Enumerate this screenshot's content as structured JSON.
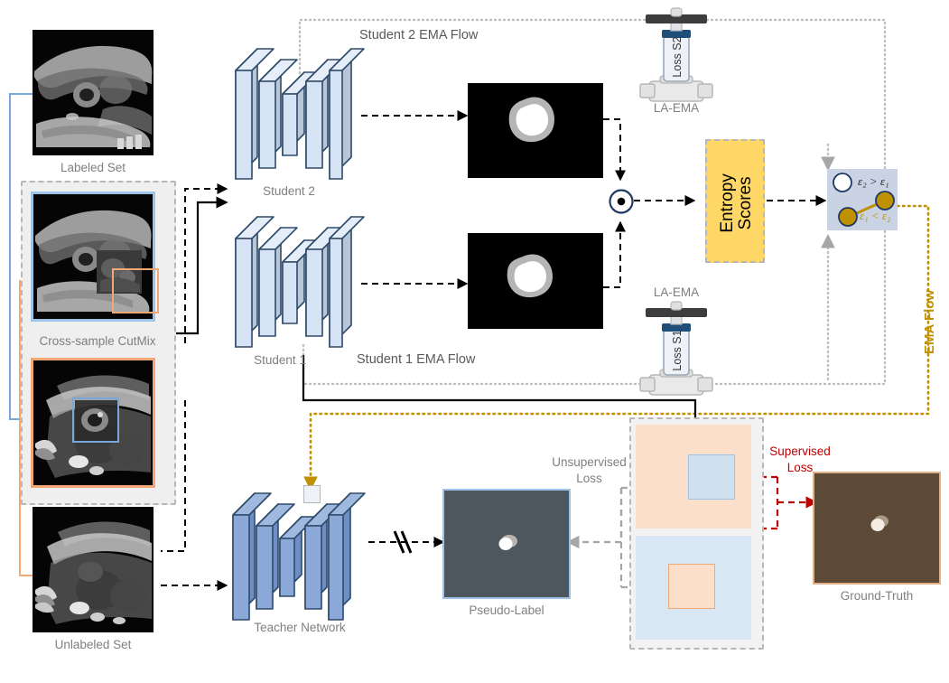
{
  "figure": {
    "type": "architecture-diagram",
    "domain": "semi-supervised medical image segmentation"
  },
  "labels": {
    "labeled_set": "Labeled Set",
    "cross_sample_cutmix": "Cross-sample CutMix",
    "unlabeled_set": "Unlabeled Set",
    "student2": "Student 2",
    "student1": "Student 1",
    "teacher_network": "Teacher Network",
    "pseudo_label": "Pseudo-Label",
    "ground_truth": "Ground-Truth",
    "entropy_scores": "Entropy\nScores",
    "entropy_scores_line1": "Entropy",
    "entropy_scores_line2": "Scores",
    "student2_ema_flow": "Student 2 EMA Flow",
    "student1_ema_flow": "Student 1 EMA Flow",
    "ema_flow": "EMA Flow",
    "la_ema_top": "LA-EMA",
    "la_ema_bottom": "LA-EMA",
    "loss_s2": "Loss S2",
    "loss_s1": "Loss S1",
    "unsupervised_loss_line1": "Unsupervised",
    "unsupervised_loss_line2": "Loss",
    "supervised_loss_line1": "Supervised",
    "supervised_loss_line2": "Loss",
    "eps_gt": "ε₂ > ε₁",
    "eps_lt": "ε₁ < ε₂"
  },
  "colors": {
    "student_fill": "#d6e3f4",
    "student_side": "#b8c6d6",
    "student_stroke": "#2e4a6b",
    "teacher_fill": "#8aa8d8",
    "teacher_side": "#6f8fc4",
    "teacher_stroke": "#2e4a6b",
    "entropy_fill": "#ffd766",
    "entropy_stroke": "#b7b7b7",
    "compare_fill": "#c9d3e3",
    "gold": "#bf9000",
    "red": "#c00000",
    "gray_arrow": "#a6a6a6",
    "black": "#000000",
    "blue_link": "#7aa7d9",
    "orange_link": "#f0a875",
    "orange_fill": "#fbdfcb",
    "blue_fill": "#cfe0f0",
    "pseudo_bg": "#4e565e",
    "gt_bg": "#5c4a37",
    "caption_gray": "#7f7f7f",
    "group_bg": "#efefef",
    "group_border": "#b7b7b7"
  },
  "icons": {
    "merge": "dot-operator-icon",
    "valve_top": "valve-icon",
    "valve_bottom": "valve-icon",
    "stop_gradient": "stop-gradient-icon"
  },
  "compare_box": {
    "nodes": [
      {
        "id": "top-left",
        "fill": "white",
        "state": "empty"
      },
      {
        "id": "top-right",
        "fill": "gold",
        "state": "selected"
      },
      {
        "id": "bottom-left",
        "fill": "gold",
        "state": "selected"
      }
    ],
    "top_text": "ε₂ > ε₁",
    "bottom_text": "ε₁ < ε₂"
  }
}
